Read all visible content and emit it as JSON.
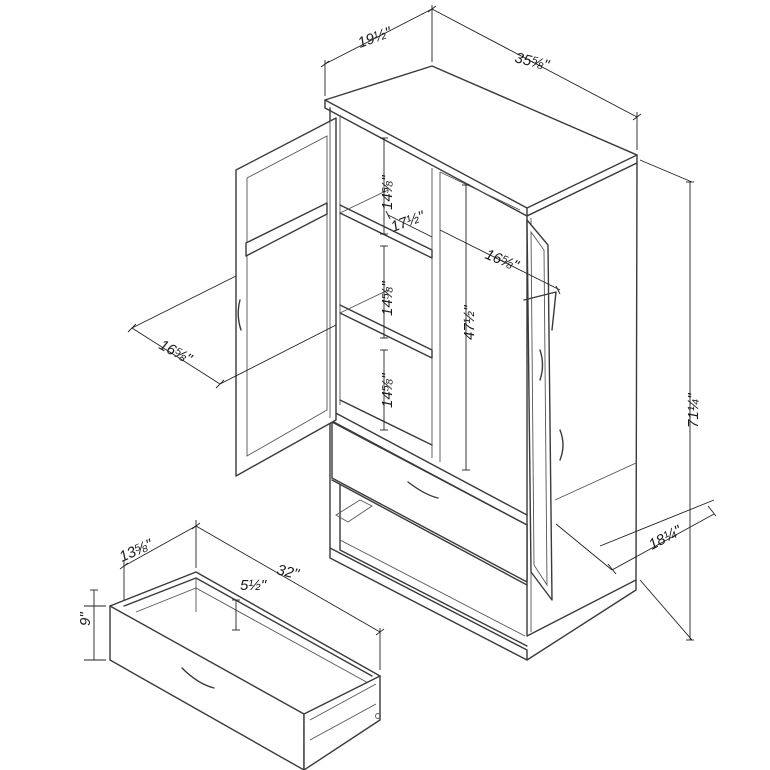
{
  "dimensions": {
    "top_depth": "19½\"",
    "top_width": "35⅝\"",
    "shelf_height_1": "14⅝\"",
    "shelf_depth": "17½\"",
    "inner_width": "16⅝\"",
    "shelf_height_2": "14⅝\"",
    "hang_height": "47½\"",
    "door_width": "16⅝\"",
    "shelf_height_3": "14⅝\"",
    "total_height": "71¼\"",
    "base_depth": "18¼\"",
    "drawer_depth": "13⅝\"",
    "drawer_width": "32\"",
    "drawer_inner_height": "5½\"",
    "drawer_height": "9\""
  }
}
